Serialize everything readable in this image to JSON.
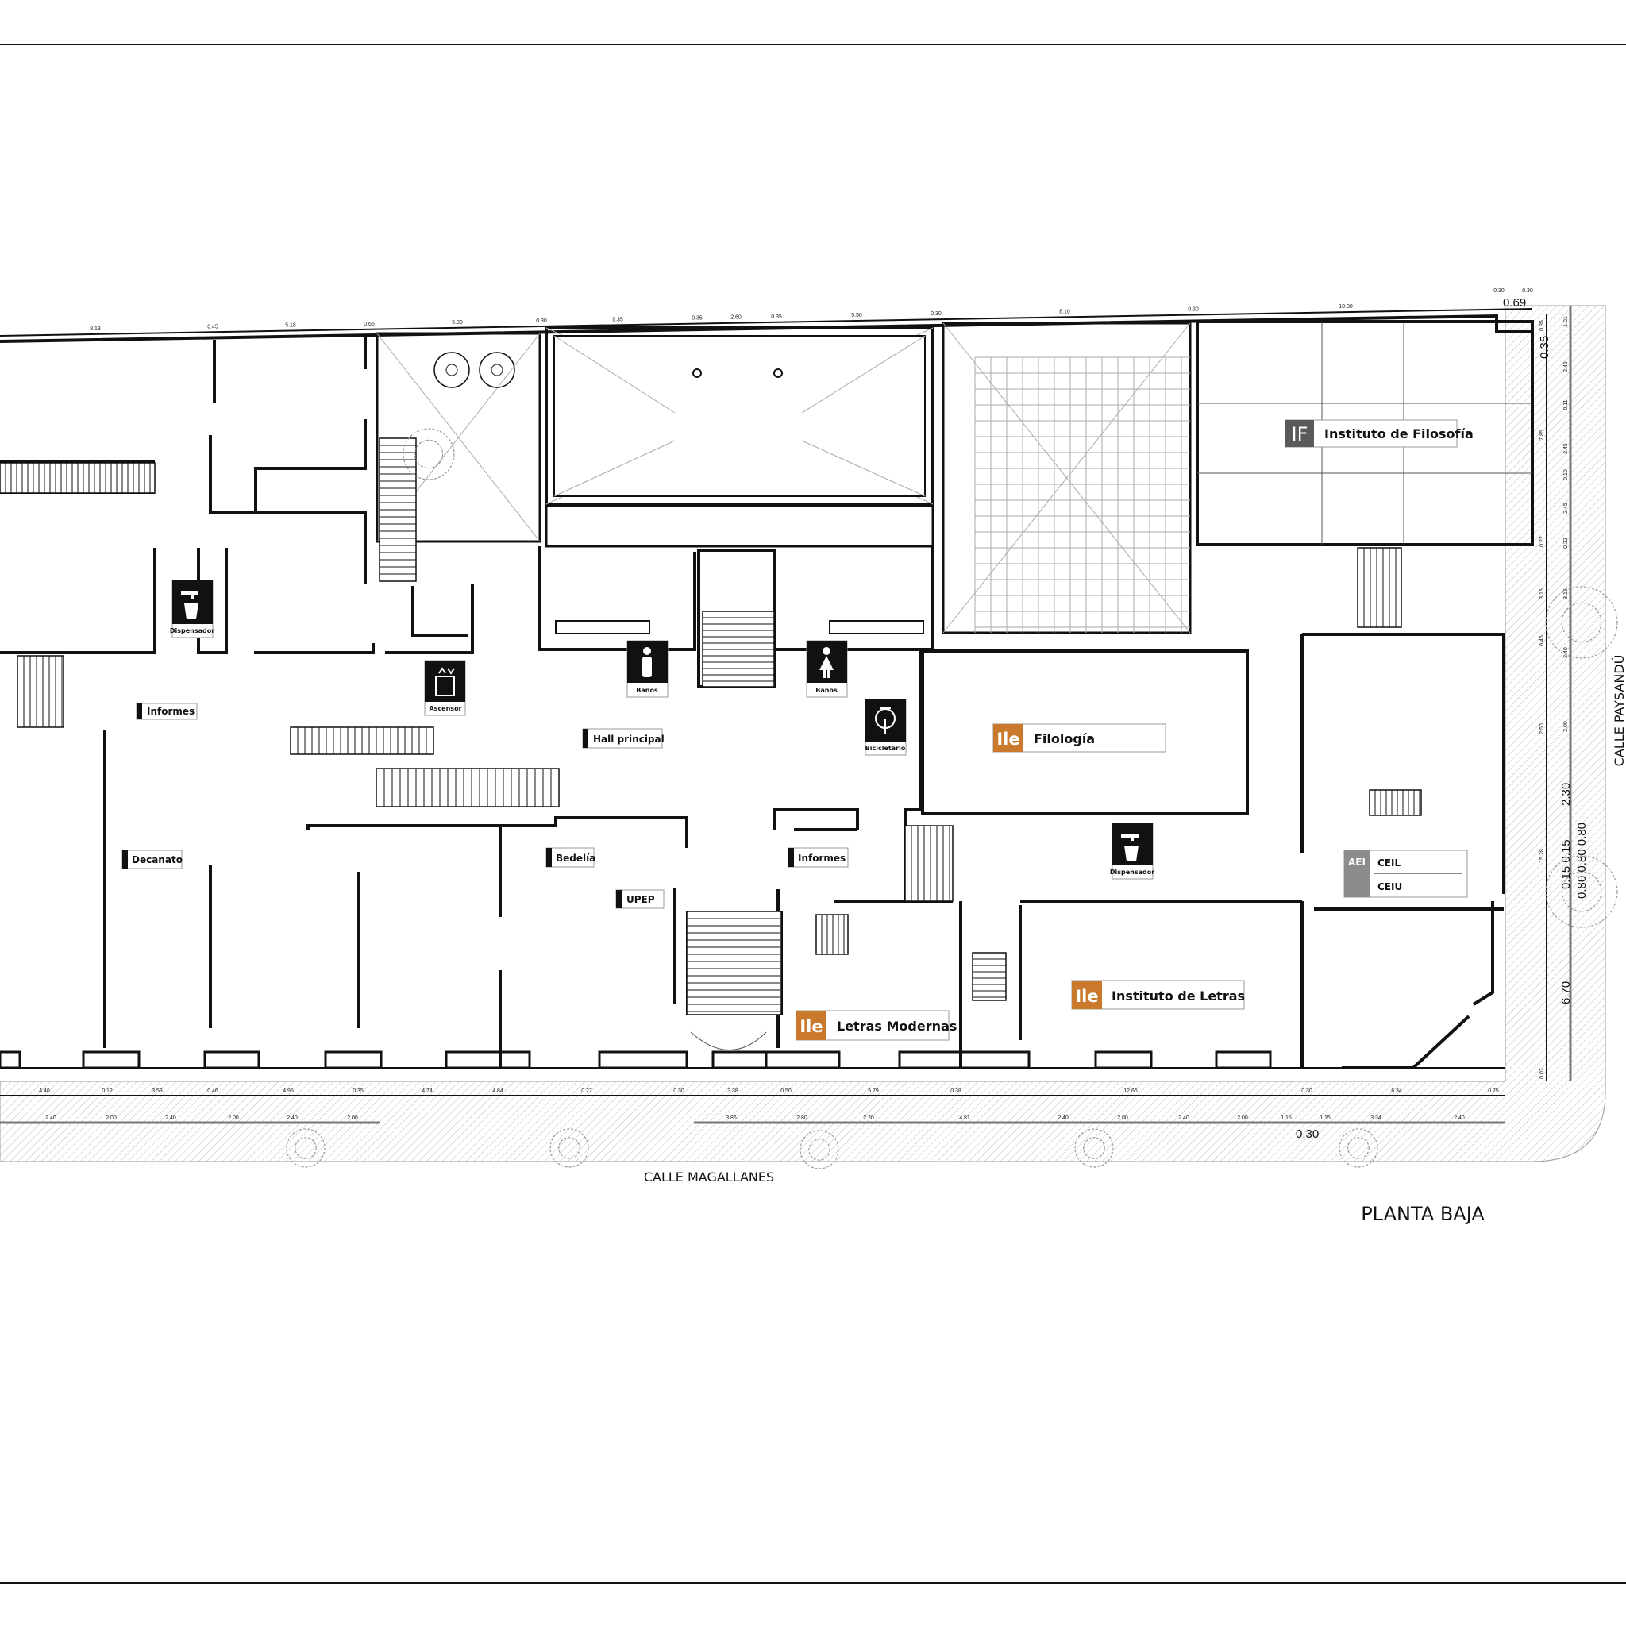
{
  "plan": {
    "title": "PLANTA BAJA",
    "streets": {
      "bottom": "CALLE MAGALLANES",
      "right": "CALLE PAYSANDÚ"
    }
  },
  "labels": {
    "informes_1": "Informes",
    "informes_2": "Informes",
    "hall": "Hall principal",
    "decanato": "Decanato",
    "bedelia": "Bedelía",
    "upep": "UPEP",
    "ceil": "CEIL",
    "ceiu": "CEIU",
    "aei_badge": "AEI"
  },
  "institutes": {
    "filosofia": {
      "badge": "IF",
      "name": "Instituto de Filosofía"
    },
    "filologia": {
      "badge": "Ile",
      "name": "Filología"
    },
    "letras": {
      "badge": "Ile",
      "name": "Instituto de Letras"
    },
    "modernas": {
      "badge": "Ile",
      "name": "Letras Modernas"
    }
  },
  "icons": {
    "dispensador_1": {
      "icon": "water-dispenser-icon",
      "label": "Dispensador"
    },
    "dispensador_2": {
      "icon": "water-dispenser-icon",
      "label": "Dispensador"
    },
    "ascensor": {
      "icon": "elevator-icon",
      "label": "Ascensor"
    },
    "banos_m": {
      "icon": "men-restroom-icon",
      "label": "Baños"
    },
    "banos_f": {
      "icon": "women-restroom-icon",
      "label": "Baños"
    },
    "bicicletario": {
      "icon": "bicycle-icon",
      "label": "Bicicletario"
    }
  },
  "dimensions": {
    "top": [
      "8.13",
      "0.45",
      "5.18",
      "0.65",
      "5.80",
      "0.30",
      "9.35",
      "0.35",
      "2.60",
      "0.35",
      "5.50",
      "0.30",
      "8.10",
      "0.30",
      "10.80",
      "0.30",
      "0.30"
    ],
    "bottom_1": [
      "4.40",
      "0.12",
      "3.53",
      "0.46",
      "4.95",
      "0.35",
      "4.74",
      "4.84",
      "0.27",
      "0.30",
      "3.38",
      "0.50",
      "5.79",
      "0.38",
      "12.66",
      "0.30",
      "6.34",
      "0.75"
    ],
    "bottom_2": [
      "2.40",
      "2.00",
      "2.40",
      "2.00",
      "2.40",
      "2.00",
      "3.86",
      "2.80",
      "2.20",
      "4.81",
      "2.40",
      "2.00",
      "2.40",
      "2.00",
      "1.15",
      "1.15",
      "3.34",
      "2.40"
    ],
    "right_1": [
      "0.35",
      "7.85",
      "0.22",
      "3.15",
      "0.45",
      "2.50",
      "15.28",
      "0.07"
    ],
    "right_2": [
      "1.01",
      "2.45",
      "0.11",
      "2.45",
      "0.10",
      "2.45",
      "0.22",
      "3.15",
      "2.40",
      "2.00"
    ],
    "callouts": {
      "corner": "0.69",
      "right_top": "0.35",
      "right_mid": "2.30",
      "right_small_1": "0.15 0.15",
      "right_small_2": "0.80 0.80 0.80",
      "right_bottom": "6.70",
      "bottom_gap": "0.30"
    }
  },
  "colors": {
    "ile_orange": "#c9782c",
    "if_gray": "#5a5a5a",
    "aei_gray": "#8c8c8c",
    "icon_black": "#111111"
  }
}
